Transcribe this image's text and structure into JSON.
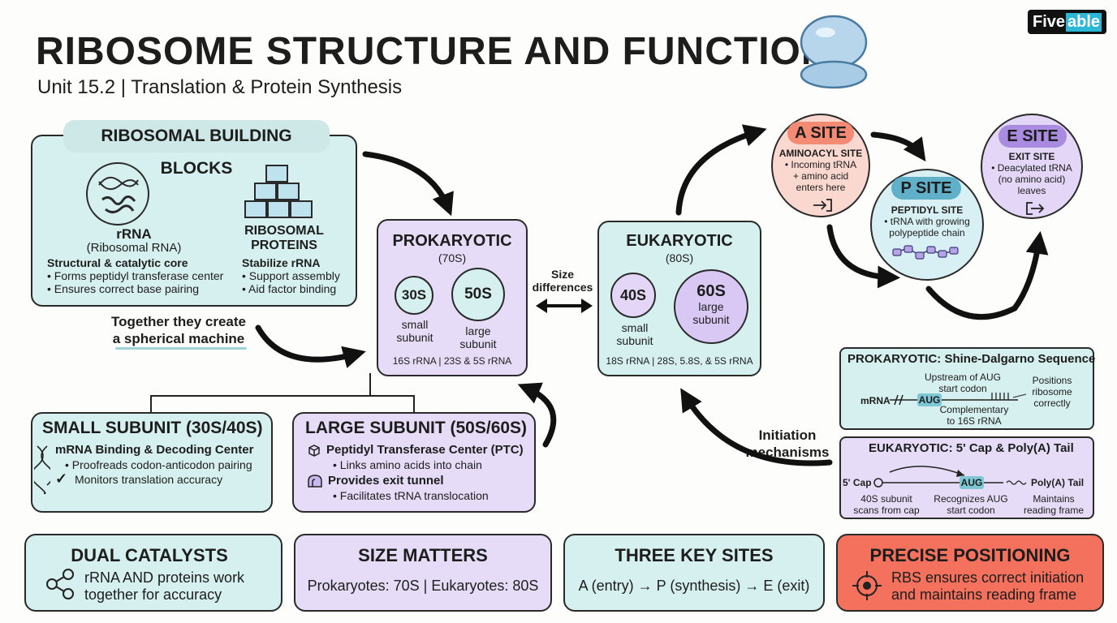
{
  "header": {
    "title": "RIBOSOME STRUCTURE AND FUNCTION",
    "subtitle": "Unit 15.2 | Translation & Protein Synthesis",
    "brand_part1": "Five",
    "brand_part2": "able"
  },
  "building_blocks": {
    "heading": "RIBOSOMAL BUILDING BLOCKS",
    "rrna": {
      "name": "rRNA",
      "full": "(Ribosomal RNA)",
      "role": "Structural & catalytic core",
      "bullets": [
        "Forms peptidyl transferase center",
        "Ensures correct base pairing"
      ]
    },
    "proteins": {
      "name_line1": "RIBOSOMAL",
      "name_line2": "PROTEINS",
      "role": "Stabilize rRNA",
      "bullets": [
        "Support assembly",
        "Aid factor binding"
      ]
    },
    "caption_line1": "Together they create",
    "caption_line2": "a spherical machine"
  },
  "prokaryotic": {
    "heading": "PROKARYOTIC",
    "size": "(70S)",
    "small": "30S",
    "large": "50S",
    "small_label_1": "small",
    "small_label_2": "subunit",
    "large_label_1": "large",
    "large_label_2": "subunit",
    "rrna": "16S rRNA | 23S & 5S rRNA"
  },
  "size_diff": {
    "line1": "Size",
    "line2": "differences"
  },
  "eukaryotic": {
    "heading": "EUKARYOTIC",
    "size": "(80S)",
    "small": "40S",
    "large": "60S",
    "small_label_1": "small",
    "small_label_2": "subunit",
    "large_label_1": "large",
    "large_label_2": "subunit",
    "rrna": "18S rRNA | 28S, 5.8S, & 5S rRNA"
  },
  "sites": {
    "a": {
      "label": "A SITE",
      "name": "AMINOACYL SITE",
      "d1": "• Incoming tRNA",
      "d2": "+ amino acid",
      "d3": "enters here"
    },
    "p": {
      "label": "P SITE",
      "name": "PEPTIDYL SITE",
      "d1": "• tRNA with growing",
      "d2": "polypeptide chain"
    },
    "e": {
      "label": "E SITE",
      "name": "EXIT SITE",
      "d1": "• Deacylated tRNA",
      "d2": "(no amino acid)",
      "d3": "leaves"
    }
  },
  "small_subunit": {
    "heading": "SMALL SUBUNIT (30S/40S)",
    "line1": "mRNA Binding & Decoding Center",
    "line2": "• Proofreads codon-anticodon pairing",
    "line3": "Monitors translation accuracy"
  },
  "large_subunit": {
    "heading": "LARGE SUBUNIT (50S/60S)",
    "line1": "Peptidyl Transferase Center (PTC)",
    "line2": "• Links amino acids into chain",
    "line3": "Provides exit tunnel",
    "line4": "• Facilitates tRNA translocation"
  },
  "initiation": {
    "line1": "Initiation",
    "line2": "mechanisms"
  },
  "shine_dalgarno": {
    "heading": "PROKARYOTIC: Shine-Dalgarno Sequence",
    "upstream_1": "Upstream of AUG",
    "upstream_2": "start codon",
    "positions_1": "Positions",
    "positions_2": "ribosome",
    "positions_3": "correctly",
    "mrna": "mRNA",
    "aug": "AUG",
    "comp_1": "Complementary",
    "comp_2": "to 16S rRNA"
  },
  "euk_cap": {
    "heading": "EUKARYOTIC: 5' Cap & Poly(A) Tail",
    "cap": "5' Cap",
    "aug": "AUG",
    "tail": "Poly(A) Tail",
    "scan_1": "40S subunit",
    "scan_2": "scans from cap",
    "rec_1": "Recognizes AUG",
    "rec_2": "start codon",
    "maint_1": "Maintains",
    "maint_2": "reading frame"
  },
  "bottom": {
    "dual": {
      "heading": "DUAL CATALYSTS",
      "line1": "rRNA AND proteins work",
      "line2": "together for accuracy"
    },
    "size": {
      "heading": "SIZE MATTERS",
      "line1": "Prokaryotes: 70S |  Eukaryotes: 80S"
    },
    "sites": {
      "heading": "THREE KEY SITES",
      "line1": "A (entry) → P (synthesis) → E (exit)"
    },
    "precise": {
      "heading": "PRECISE POSITIONING",
      "line1": "RBS ensures correct initiation",
      "line2": "and maintains reading frame"
    }
  },
  "colors": {
    "teal": "#d6efef",
    "lavender": "#e6dcf7",
    "coral": "#f4715d",
    "a_site": "#fbd8cf",
    "p_site": "#d8f0f3",
    "e_site": "#e3d6f6"
  }
}
